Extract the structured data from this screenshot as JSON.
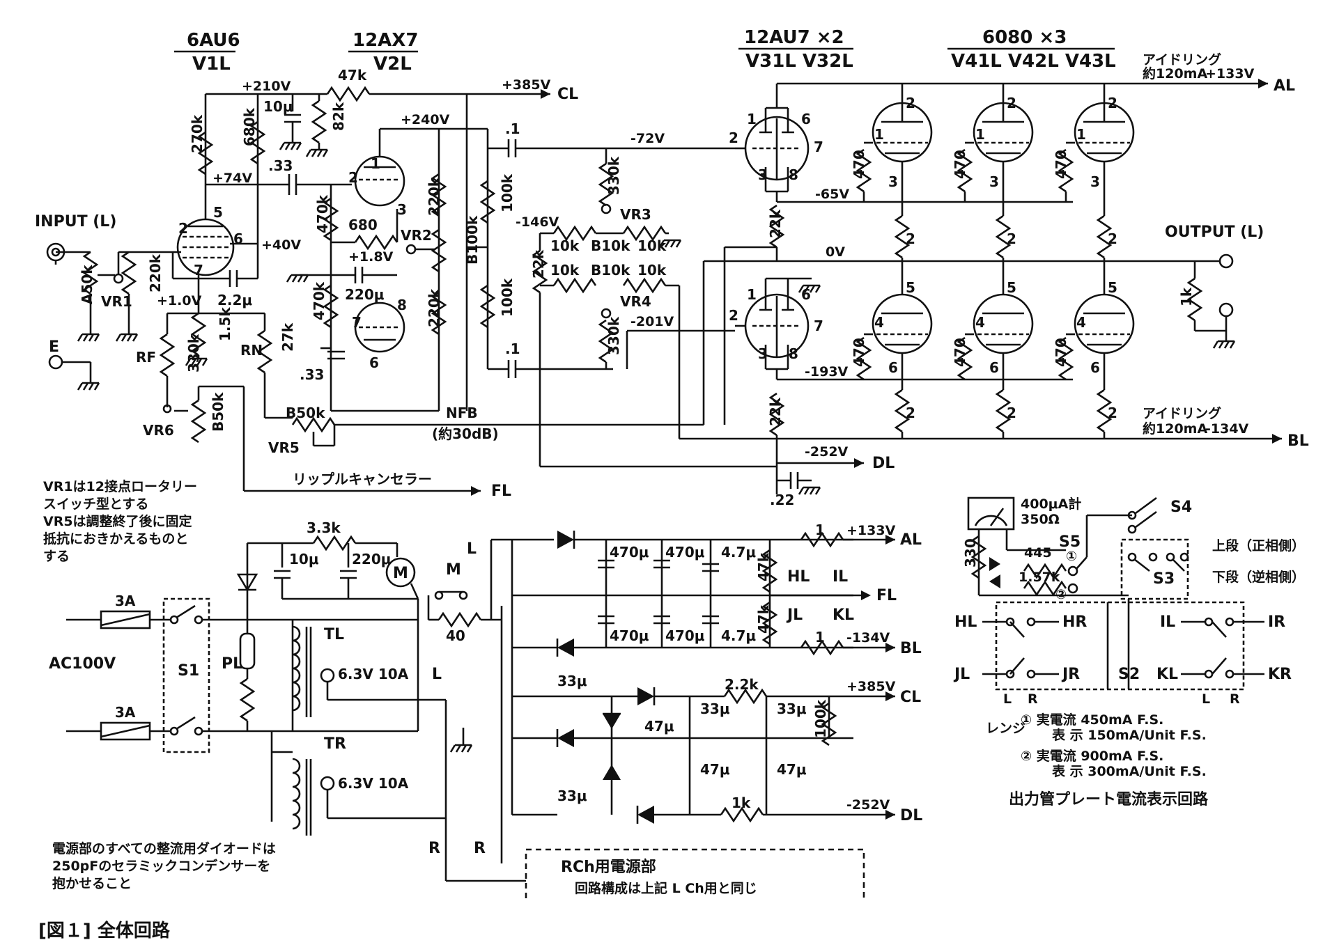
{
  "caption": "[図１] 全体回路",
  "tubes": {
    "v1": {
      "type": "6AU6",
      "name": "V1L"
    },
    "v2": {
      "type": "12AX7",
      "name": "V2L"
    },
    "v3": {
      "type": "12AU7 ×2",
      "name": "V31L V32L"
    },
    "v4": {
      "type": "6080 ×3",
      "name": "V41L V42L V43L"
    }
  },
  "terminals": {
    "input": "INPUT (L)",
    "output": "OUTPUT (L)",
    "earth": "E",
    "a": "AL",
    "b": "BL",
    "c": "CL",
    "d": "DL",
    "f": "FL"
  },
  "voltages": {
    "v210": "+210V",
    "v74": "+74V",
    "v40": "+40V",
    "v1": "+1.0V",
    "v240": "+240V",
    "v18": "+1.8V",
    "v385": "+385V",
    "v72": "-72V",
    "v146": "-146V",
    "v201": "-201V",
    "v65": "-65V",
    "v0": "0V",
    "v193": "-193V",
    "v252": "-252V",
    "v133": "+133V",
    "v134": "-134V"
  },
  "idle": {
    "label": "アイドリング",
    "upper": "約120mA",
    "lower": "約120mA"
  },
  "parts": {
    "r270k": "270k",
    "r680k": "680k",
    "r47k": "47k",
    "r82k": "82k",
    "c10u": "10μ",
    "c033a": ".33",
    "c033b": ".33",
    "r470k_a": "470k",
    "r470k_b": "470k",
    "r680": "680",
    "c220u": "220μ",
    "r220k_a": "220k",
    "r220k_b": "220k",
    "r220k_c": "220k",
    "b100k": "B100k",
    "r100k_a": "100k",
    "r100k_b": "100k",
    "c01a": ".1",
    "c01b": ".1",
    "r330k_a": "330k",
    "r330k_b": "330k",
    "r10k": "10k",
    "b10k": "B10k",
    "r22k_a": "22k",
    "r22k_b": "22k",
    "r22k_c": "22k",
    "r22k_d": "22k",
    "r470": "470",
    "r2": "2",
    "a50k": "A50k",
    "c22u": "2.2μ",
    "r15k": "1.5k",
    "r330k_f": "330k",
    "b50k_a": "B50k",
    "b50k_b": "B50k",
    "r27k": "27k",
    "r1k": "1k",
    "c022": ".22",
    "rf": "RF",
    "rn": "RN",
    "vr1": "VR1",
    "vr2": "VR2",
    "vr3": "VR3",
    "vr4": "VR4",
    "vr5": "VR5",
    "vr6": "VR6"
  },
  "nfb": {
    "label": "NFB",
    "value": "(約30dB)"
  },
  "ripple": "リップルキャンセラー",
  "notes": {
    "vr1": [
      "VR1は12接点ロータリー",
      "スイッチ型とする"
    ],
    "vr5": [
      "VR5は調整終了後に固定",
      "抵抗におきかえるものと",
      "する"
    ],
    "diodes": [
      "電源部のすべての整流用ダイオードは",
      "250pFのセラミックコンデンサーを",
      "抱かせること"
    ]
  },
  "power": {
    "ac": "AC100V",
    "fuse": "3A",
    "s1": "S1",
    "pl": "PL",
    "tl": "TL",
    "tr": "TR",
    "heater": "6.3V 10A",
    "r33k": "3.3k",
    "c10u": "10μ",
    "c220u": "220μ",
    "motor": "M",
    "m_label": "M",
    "r40": "40",
    "c470u": "470μ",
    "c47u": "4.7μ",
    "r47k": "47k",
    "r1": "1",
    "c33u": "33μ",
    "c47uf": "47μ",
    "r22k": "2.2k",
    "r100k": "100k",
    "r1k": "1k",
    "hl": "HL",
    "il": "IL",
    "jl": "JL",
    "kl": "KL",
    "l": "L",
    "r": "R",
    "rch": [
      "RCh用電源部",
      "回路構成は上記 L Ch用と同じ"
    ]
  },
  "meter": {
    "meter": "400μA計",
    "ohm": "350Ω",
    "r330": "330",
    "r445": "445",
    "r157k": "1.57k",
    "s2": "S2",
    "s3": "S3",
    "s4": "S4",
    "s5": "S5",
    "upper": "上段（正相側）",
    "lower": "下段（逆相側）",
    "hl": "HL",
    "hr": "HR",
    "il": "IL",
    "ir": "IR",
    "jl": "JL",
    "jr": "JR",
    "kl": "KL",
    "kr": "KR",
    "l": "L",
    "r": "R",
    "range": "レンジ",
    "r1a": "① 実電流  450mA F.S.",
    "r1b": "表  示  150mA/Unit F.S.",
    "r2a": "② 実電流  900mA F.S.",
    "r2b": "表  示  300mA/Unit F.S.",
    "title": "出力管プレート電流表示回路"
  }
}
